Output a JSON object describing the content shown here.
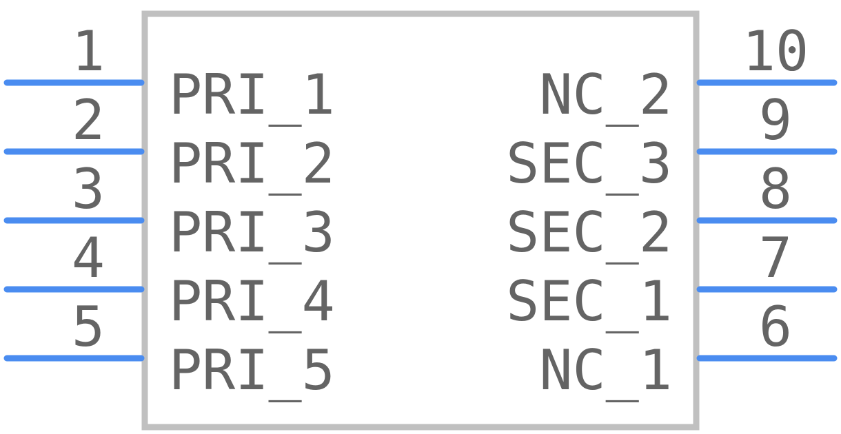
{
  "colors": {
    "pin": "#4a8cf0",
    "body_outline": "#c0c0c0",
    "text": "#646464",
    "background": "#ffffff"
  },
  "left_pins": [
    {
      "number": "1",
      "label": "PRI_1"
    },
    {
      "number": "2",
      "label": "PRI_2"
    },
    {
      "number": "3",
      "label": "PRI_3"
    },
    {
      "number": "4",
      "label": "PRI_4"
    },
    {
      "number": "5",
      "label": "PRI_5"
    }
  ],
  "right_pins": [
    {
      "number": "10",
      "label": "NC_2"
    },
    {
      "number": "9",
      "label": "SEC_3"
    },
    {
      "number": "8",
      "label": "SEC_2"
    },
    {
      "number": "7",
      "label": "SEC_1"
    },
    {
      "number": "6",
      "label": "NC_1"
    }
  ]
}
